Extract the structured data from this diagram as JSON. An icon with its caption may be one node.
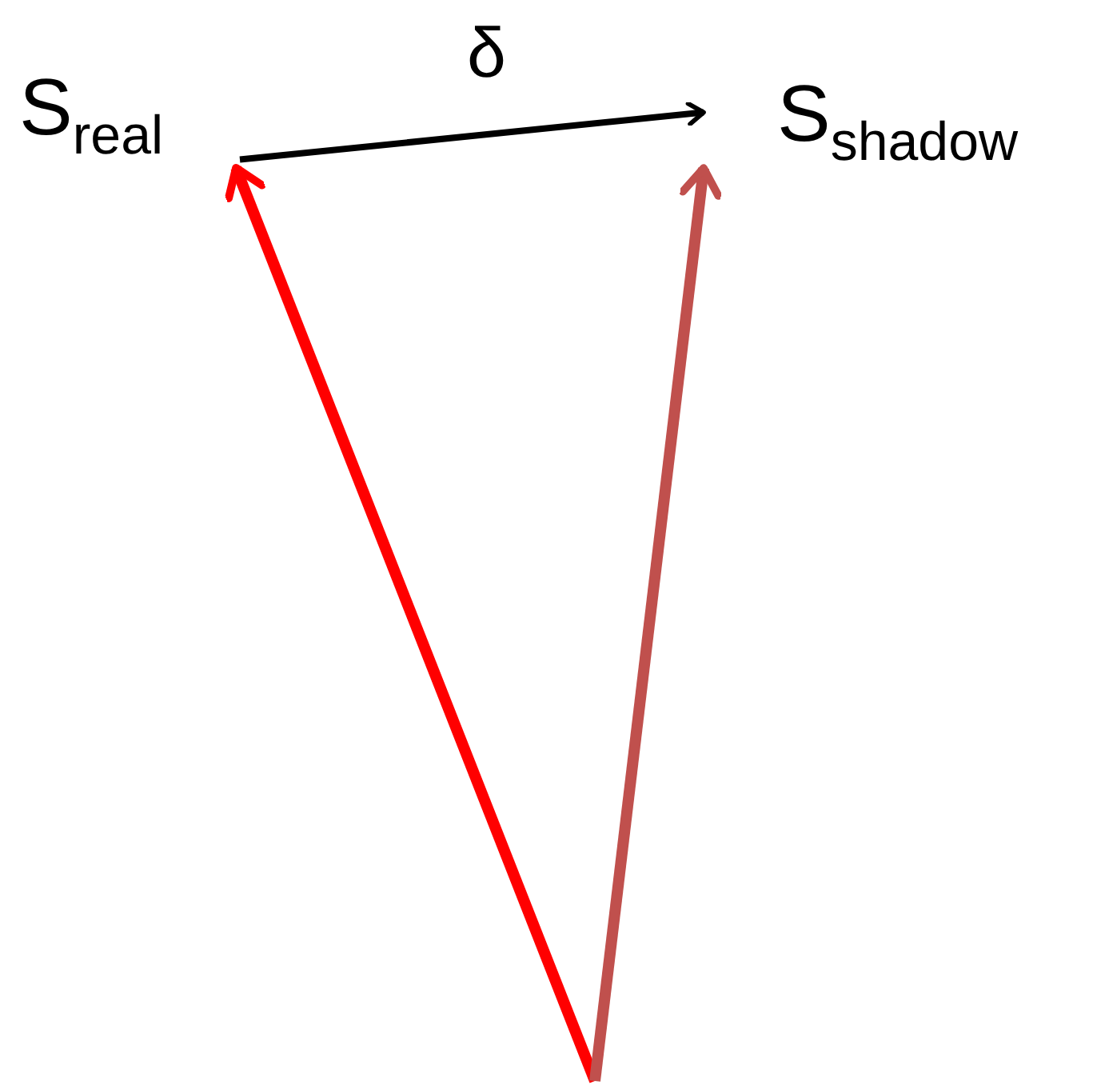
{
  "diagram": {
    "nodes": [
      {
        "text": [
          "S$_{real}$"
        ]
      },
      {
        "text": [
          "S$_{shadow}$"
        ]
      }
    ],
    "edges": [
      {
        "from": 0,
        "to": 1,
        "arrow": "to",
        "label": "δ"
      },
      {
        "from": null,
        "to": 0,
        "arrow": "to",
        "color": "#ff0000"
      },
      {
        "from": null,
        "to": 1,
        "arrow": "to",
        "color": "#c0504d"
      }
    ]
  }
}
